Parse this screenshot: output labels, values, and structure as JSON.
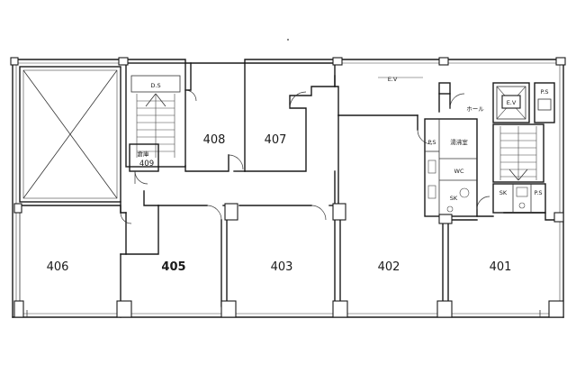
{
  "rooms": {
    "r401": "401",
    "r402": "402",
    "r403": "403",
    "r405": "405",
    "r406": "406",
    "r407": "407",
    "r408": "408",
    "r409": "409"
  },
  "labels": {
    "hall": "ホール",
    "elevator": "E.V",
    "storage": "倉庫",
    "ps": "P.S",
    "kitchen": "湯沸室",
    "wc": "WC",
    "sk_left": "SK",
    "sk_right": "SK",
    "ds": "D.S",
    "ev_pit": "E.V",
    "pipe_space": "P.S",
    "mid_ps": "P.S"
  }
}
